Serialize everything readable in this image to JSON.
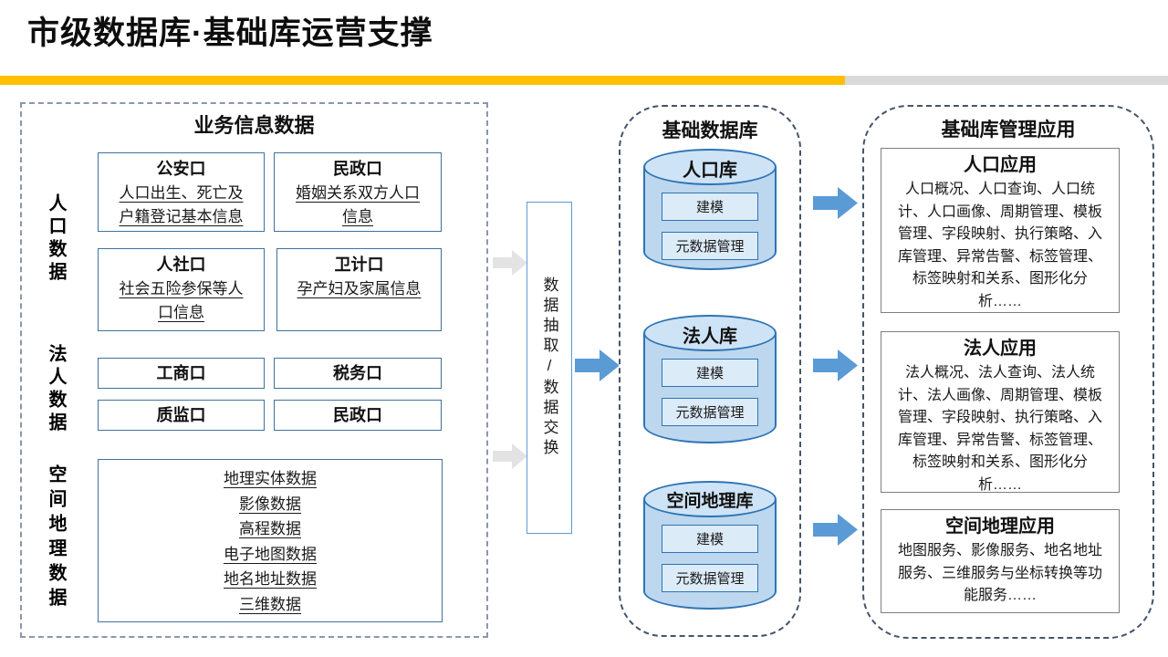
{
  "page": {
    "title": "市级数据库·基础库运营支撑"
  },
  "colors": {
    "accent_yellow": "#FFC000",
    "divider_gray": "#D9D9D9",
    "arrow_blue": "#5B9BD5",
    "arrow_gray": "#E3E3E3",
    "cylinder_fill": "#BDD7EE",
    "cylinder_border": "#2E74B5"
  },
  "left_panel": {
    "title": "业务信息数据",
    "population_label": "人口数据",
    "legal_label": "法人数据",
    "spatial_label": "空间地理数据",
    "population_boxes": [
      {
        "header": "公安口",
        "detail": "人口出生、死亡及户籍登记基本信息"
      },
      {
        "header": "民政口",
        "detail": "婚姻关系双方人口信息"
      },
      {
        "header": "人社口",
        "detail": "社会五险参保等人口信息"
      },
      {
        "header": "卫计口",
        "detail": "孕产妇及家属信息"
      }
    ],
    "legal_boxes": [
      "工商口",
      "税务口",
      "质监口",
      "民政口"
    ],
    "spatial_items": [
      "地理实体数据",
      "影像数据",
      "高程数据",
      "电子地图数据",
      "地名地址数据",
      "三维数据"
    ]
  },
  "flow": {
    "exchange_label": "数据抽取/数据交换"
  },
  "middle_panel": {
    "title": "基础数据库",
    "databases": [
      {
        "name": "人口库",
        "modules": [
          "建模",
          "元数据管理"
        ]
      },
      {
        "name": "法人库",
        "modules": [
          "建模",
          "元数据管理"
        ]
      },
      {
        "name": "空间地理库",
        "modules": [
          "建模",
          "元数据管理"
        ]
      }
    ]
  },
  "right_panel": {
    "title": "基础库管理应用",
    "apps": [
      {
        "title": "人口应用",
        "detail": "人口概况、人口查询、人口统计、人口画像、周期管理、模板管理、字段映射、执行策略、入库管理、异常告警、标签管理、标签映射和关系、图形化分析……"
      },
      {
        "title": "法人应用",
        "detail": "法人概况、法人查询、法人统计、法人画像、周期管理、模板管理、字段映射、执行策略、入库管理、异常告警、标签管理、标签映射和关系、图形化分析……"
      },
      {
        "title": "空间地理应用",
        "detail": "地图服务、影像服务、地名地址服务、三维服务与坐标转换等功能服务……"
      }
    ]
  }
}
